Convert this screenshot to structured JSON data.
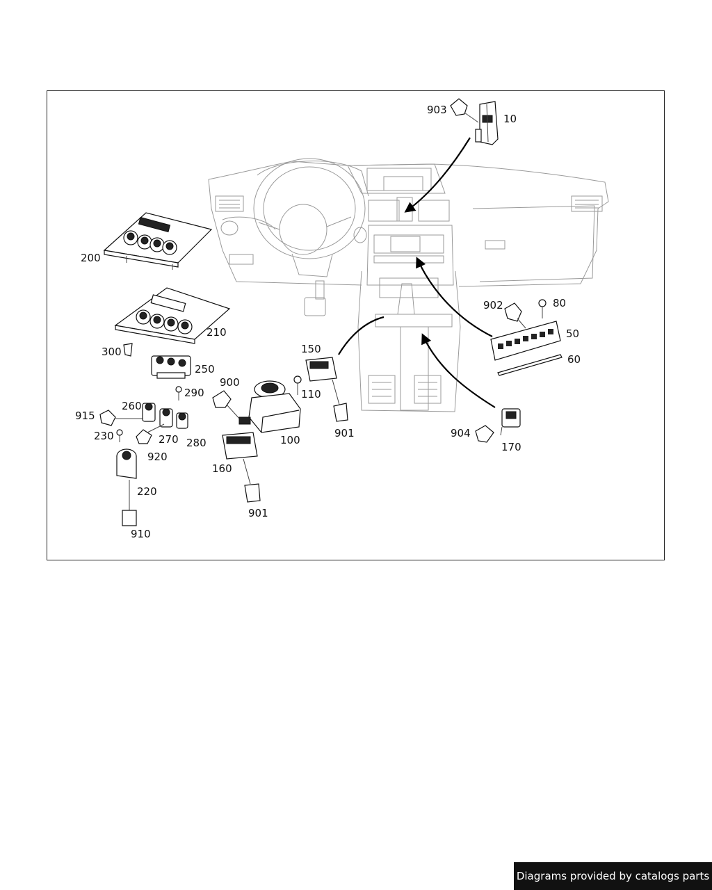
{
  "labels": {
    "p903": "903",
    "p10": "10",
    "p902": "902",
    "p80": "80",
    "p50": "50",
    "p60": "60",
    "p200": "200",
    "p210": "210",
    "p300": "300",
    "p250": "250",
    "p290": "290",
    "p150": "150",
    "p900": "900",
    "p110": "110",
    "p260": "260",
    "p915": "915",
    "p230": "230",
    "p270": "270",
    "p280": "280",
    "p100": "100",
    "p901a": "901",
    "p904": "904",
    "p170": "170",
    "p920": "920",
    "p160": "160",
    "p220": "220",
    "p901b": "901",
    "p910": "910"
  },
  "footer": {
    "credit": "Diagrams provided by catalogs parts"
  }
}
